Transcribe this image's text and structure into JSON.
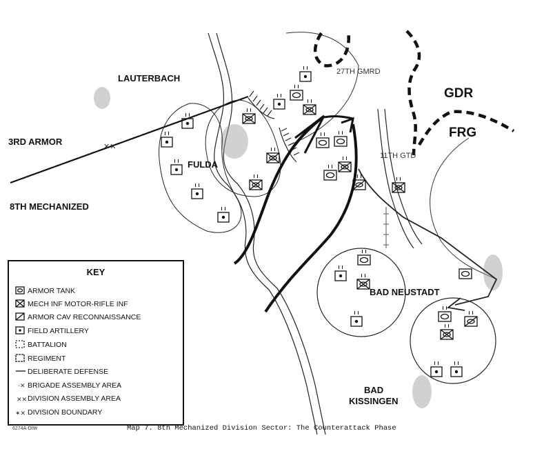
{
  "map": {
    "places": {
      "lauterbach": "LAUTERBACH",
      "fulda": "FULDA",
      "bad_neustadt": "BAD NEUSTADT",
      "bad_kissingen_1": "BAD",
      "bad_kissingen_2": "KISSINGEN"
    },
    "countries": {
      "gdr": "GDR",
      "frg": "FRG"
    },
    "units": {
      "third_armor": "3RD ARMOR",
      "eighth_mech": "8TH MECHANIZED",
      "guards_mrd": "27TH GMRD",
      "guards_td": "11TH GTD"
    }
  },
  "key": {
    "title": "KEY",
    "items": [
      "ARMOR TANK",
      "MECH INF MOTOR-RIFLE INF",
      "ARMOR CAV RECONNAISSANCE",
      "FIELD ARTILLERY",
      "BATTALION",
      "REGIMENT",
      "DELIBERATE DEFENSE",
      "BRIGADE ASSEMBLY AREA",
      "DIVISION ASSEMBLY AREA",
      "DIVISION BOUNDARY"
    ],
    "corner_code": "6274A-DIW"
  },
  "caption": "Map 7.  8th Mechanized Division Sector:  The Counterattack Phase"
}
